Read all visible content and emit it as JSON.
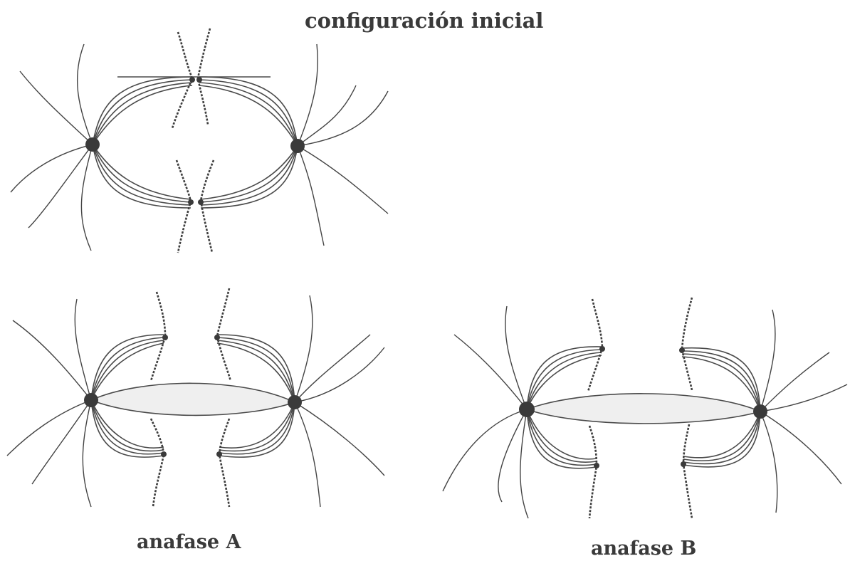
{
  "figure": {
    "labels": {
      "initial": "configuración inicial",
      "anaphase_a": "anafase A",
      "anaphase_b": "anafase B"
    },
    "colors": {
      "ink": "#3a3a3a",
      "spindle_fill": "#efefef",
      "background": "#ffffff"
    },
    "panels": [
      "configuración inicial",
      "anafase A",
      "anafase B"
    ]
  }
}
